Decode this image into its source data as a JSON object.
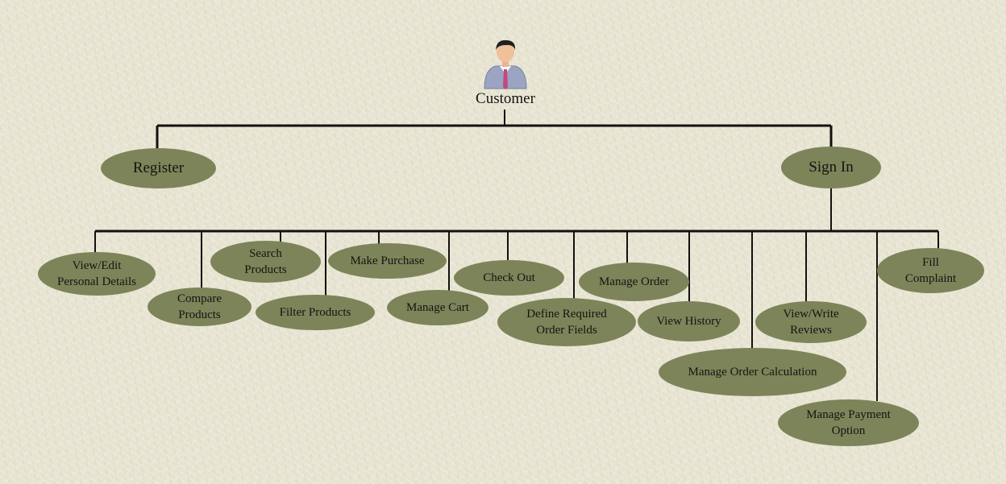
{
  "actor": {
    "label": "Customer",
    "icon": "person-icon"
  },
  "colors": {
    "node_fill": "#7d8459",
    "line": "#111111",
    "background": "#e6e3d0"
  },
  "top_nodes": {
    "register": "Register",
    "sign_in": "Sign In"
  },
  "sign_in_children": {
    "view_edit_personal_details": "View/Edit\nPersonal Details",
    "compare_products": "Compare\nProducts",
    "search_products": "Search\nProducts",
    "filter_products": "Filter Products",
    "make_purchase": "Make Purchase",
    "manage_cart": "Manage Cart",
    "check_out": "Check Out",
    "define_required_order_fields": "Define Required\nOrder Fields",
    "manage_order": "Manage Order",
    "view_history": "View History",
    "manage_order_calculation": "Manage Order Calculation",
    "view_write_reviews": "View/Write\nReviews",
    "manage_payment_option": "Manage Payment\nOption",
    "fill_complaint": "Fill\nComplaint"
  }
}
